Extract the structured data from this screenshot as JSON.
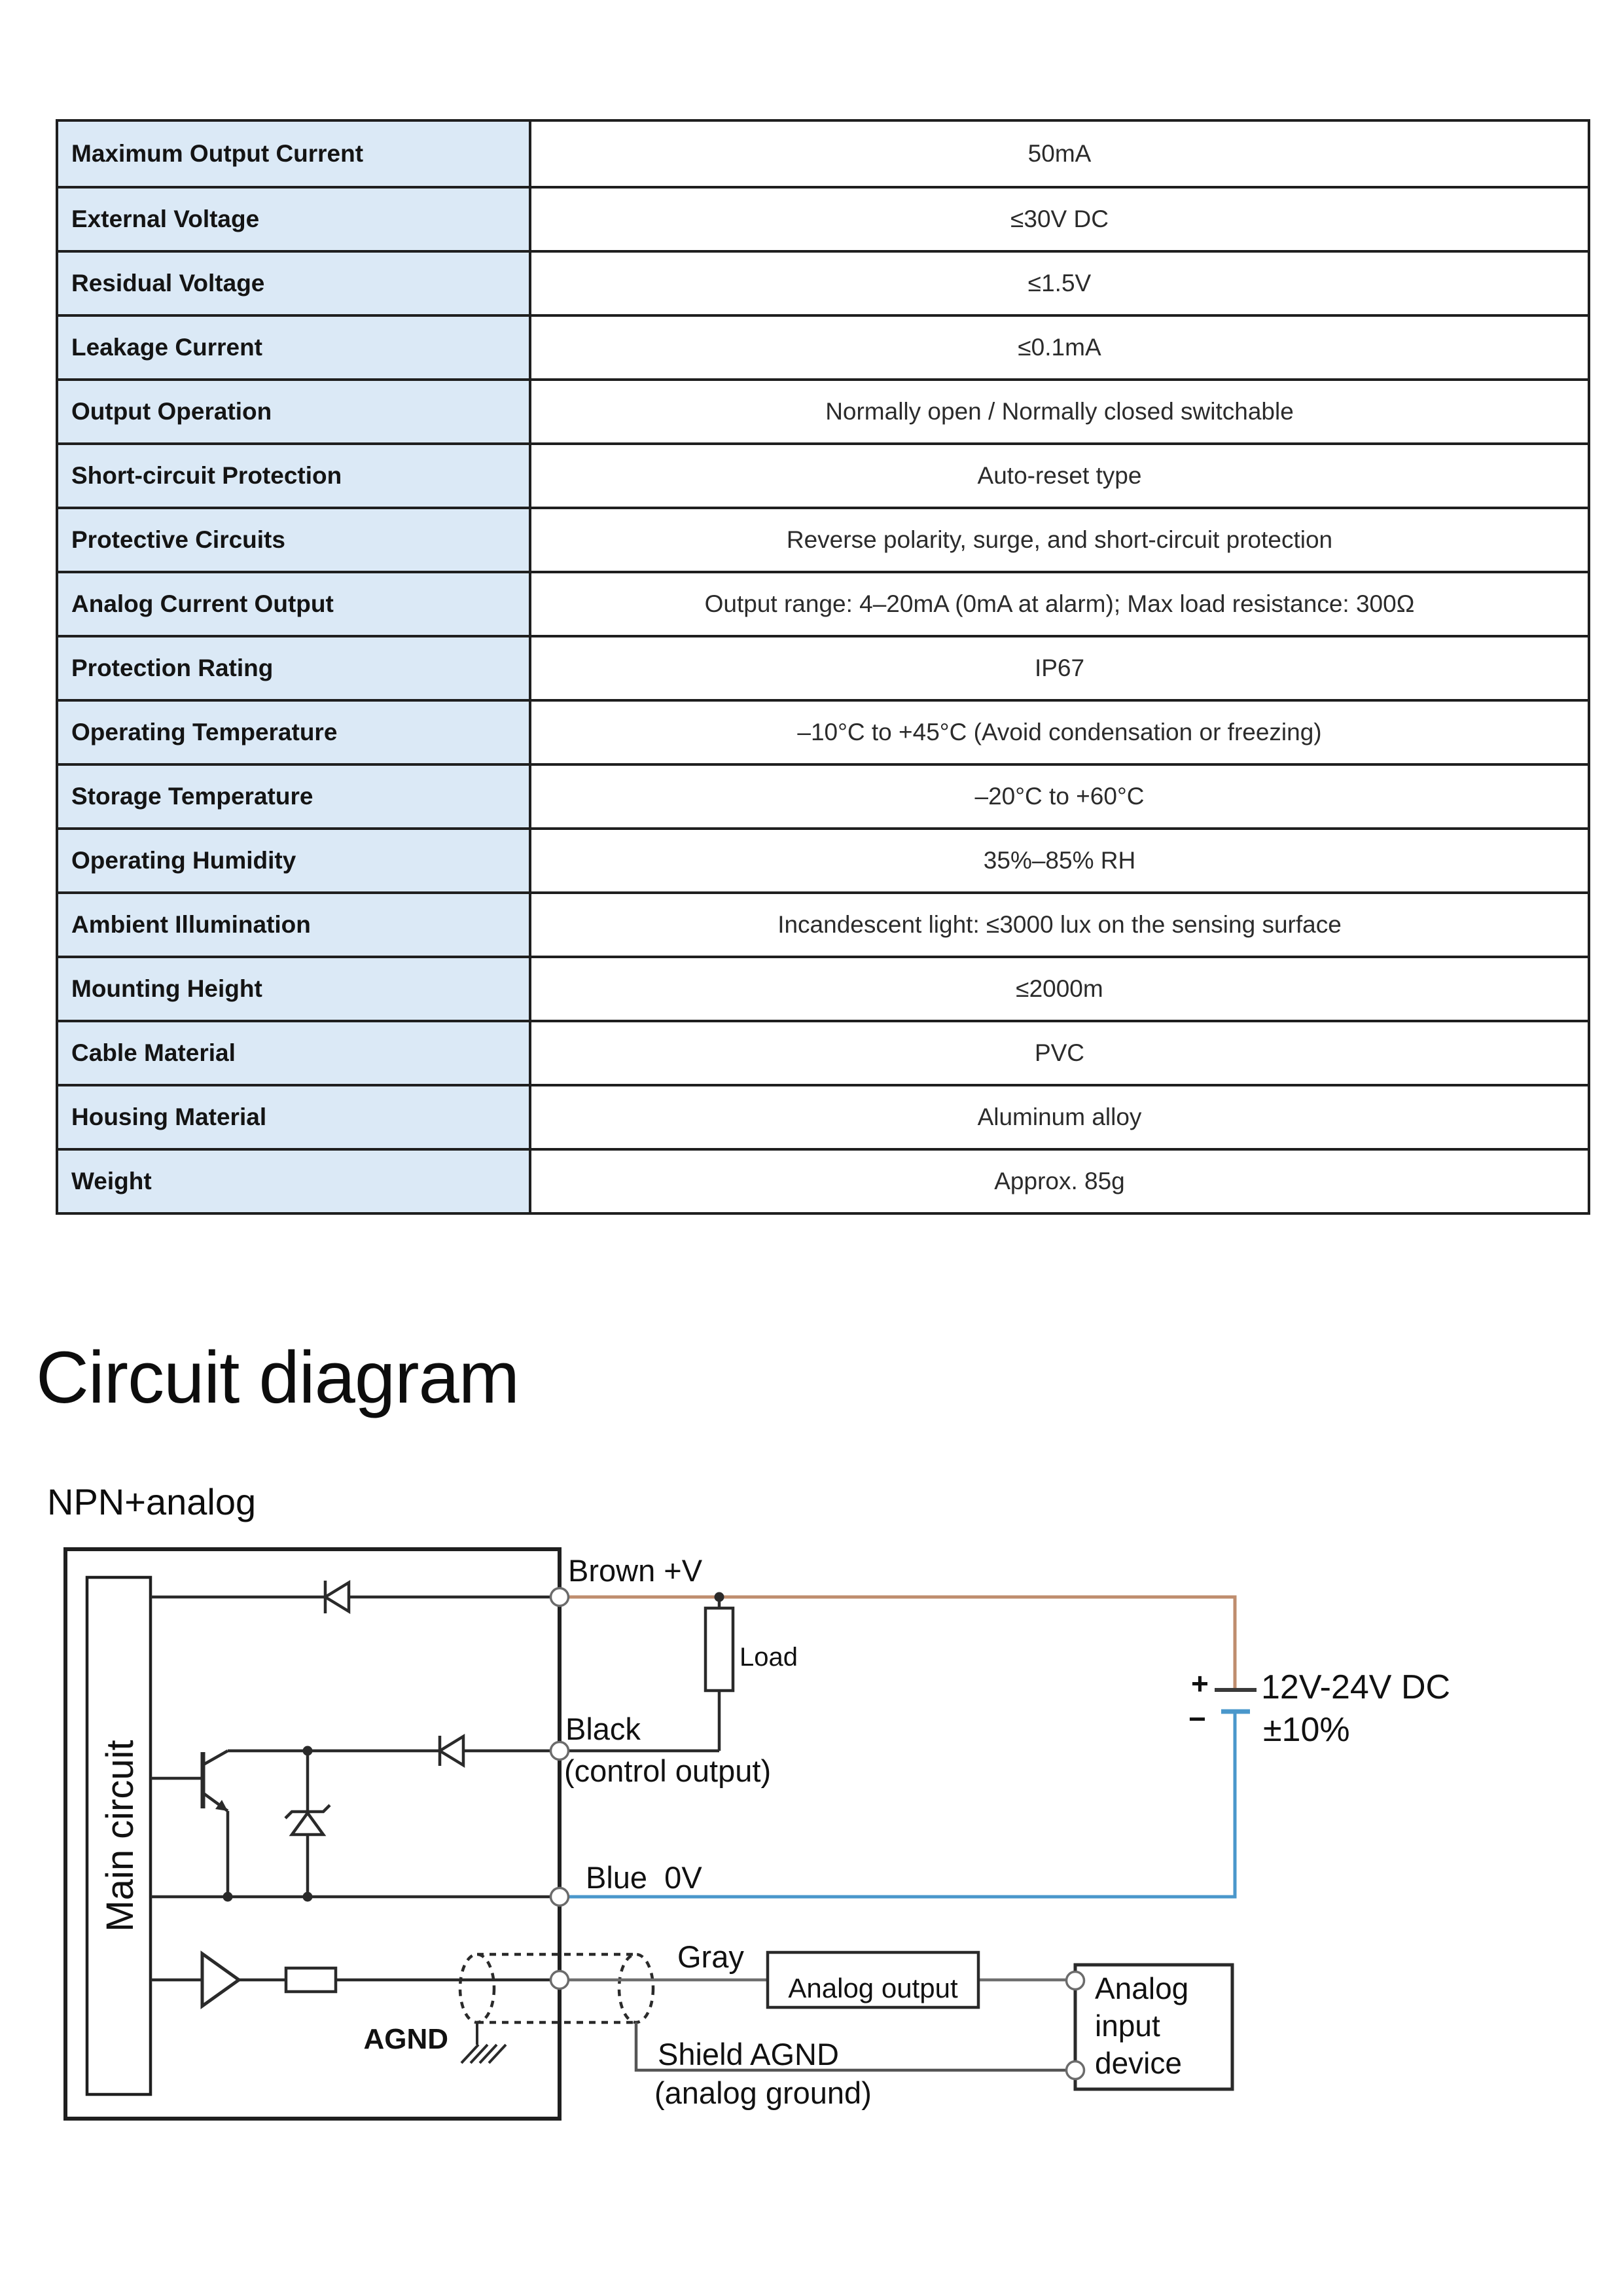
{
  "spec_table": {
    "rows": [
      {
        "label": "Maximum Output Current",
        "value": "50mA"
      },
      {
        "label": "External Voltage",
        "value": "≤30V DC"
      },
      {
        "label": "Residual Voltage",
        "value": "≤1.5V"
      },
      {
        "label": "Leakage Current",
        "value": "≤0.1mA"
      },
      {
        "label": "Output Operation",
        "value": "Normally open / Normally closed switchable"
      },
      {
        "label": "Short-circuit Protection",
        "value": "Auto-reset type"
      },
      {
        "label": "Protective Circuits",
        "value": "Reverse polarity, surge, and short-circuit protection"
      },
      {
        "label": "Analog Current Output",
        "value": "Output range: 4–20mA (0mA at alarm); Max load resistance: 300Ω"
      },
      {
        "label": "Protection Rating",
        "value": "IP67"
      },
      {
        "label": "Operating Temperature",
        "value": "–10°C to +45°C (Avoid condensation or freezing)"
      },
      {
        "label": "Storage Temperature",
        "value": "–20°C to +60°C"
      },
      {
        "label": "Operating Humidity",
        "value": "35%–85% RH"
      },
      {
        "label": "Ambient Illumination",
        "value": "Incandescent light: ≤3000 lux on the sensing surface"
      },
      {
        "label": "Mounting Height",
        "value": "≤2000m"
      },
      {
        "label": "Cable Material",
        "value": "PVC"
      },
      {
        "label": "Housing Material",
        "value": "Aluminum alloy"
      },
      {
        "label": "Weight",
        "value": "Approx. 85g"
      }
    ]
  },
  "section": {
    "heading": "Circuit diagram",
    "subheading": "NPN+analog"
  },
  "diagram": {
    "labels": {
      "main_circuit": "Main circuit",
      "brown_wire": "Brown +V",
      "black_wire_line1": "Black",
      "black_wire_line2": "(control output)",
      "blue_wire": "Blue  0V",
      "gray_wire": "Gray",
      "load": "Load",
      "analog_output": "Analog output",
      "agnd": "AGND",
      "shield_line1": "Shield AGND",
      "shield_line2": "(analog ground)",
      "device_line1": "Analog",
      "device_line2": "input",
      "device_line3": "device",
      "supply_voltage": "12V-24V DC",
      "supply_tolerance": "±10%",
      "plus_sign": "+",
      "minus_sign": "−"
    },
    "colors": {
      "brown_wire": "#bf8d6e",
      "blue_wire": "#4a97cb",
      "gray_wire": "#6e6e6e",
      "agnd_text": "#1e3a5f",
      "table_label_bg": "#dbe9f6"
    }
  }
}
